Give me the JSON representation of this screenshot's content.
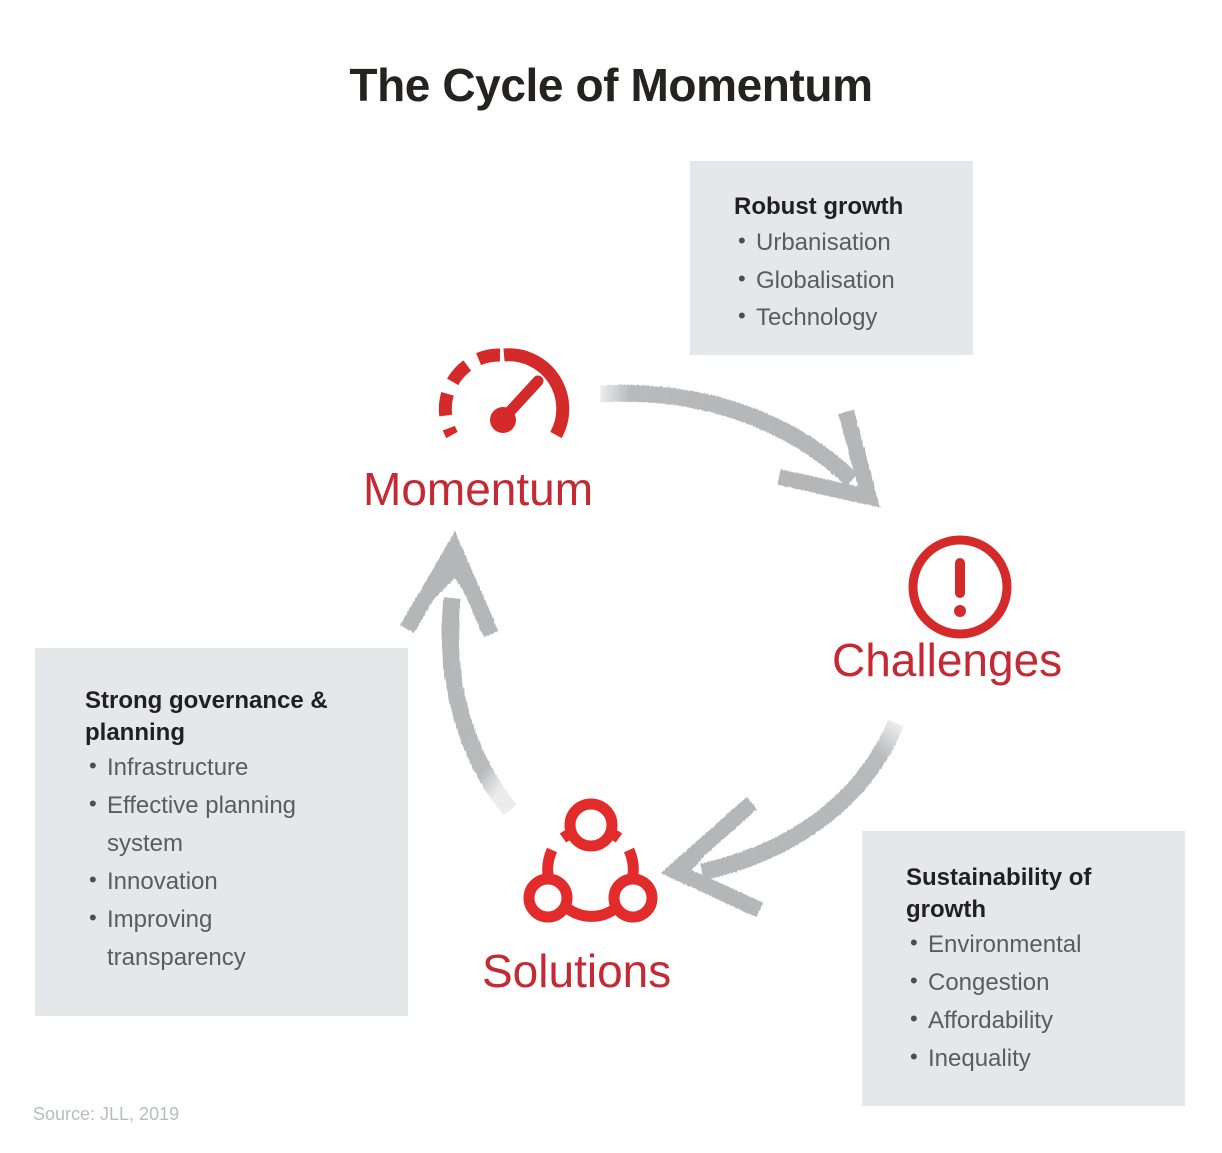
{
  "page": {
    "title": "The Cycle of Momentum",
    "source": "Source: JLL, 2019",
    "background_color": "#ffffff"
  },
  "colors": {
    "accent_red": "#c42a33",
    "box_fill": "#e4e8ea",
    "arrow_gray": "#b5b6b8",
    "heading_dark": "#231f20",
    "body_gray": "#5a5c60",
    "source_gray": "#b9bcbf"
  },
  "nodes": [
    {
      "id": "momentum",
      "label": "Momentum",
      "icon": "speedometer-gauge-icon"
    },
    {
      "id": "challenges",
      "label": "Challenges",
      "icon": "exclamation-circle-icon"
    },
    {
      "id": "solutions",
      "label": "Solutions",
      "icon": "connected-nodes-icon"
    }
  ],
  "boxes": {
    "robust_growth": {
      "heading": "Robust growth",
      "items": [
        "Urbanisation",
        "Globalisation",
        "Technology"
      ]
    },
    "governance": {
      "heading": "Strong governance & planning",
      "items": [
        "Infrastructure",
        "Effective planning system",
        "Innovation",
        "Improving transparency"
      ]
    },
    "sustainability": {
      "heading": "Sustainability of growth",
      "items": [
        "Environmental",
        "Congestion",
        "Affordability",
        "Inequality"
      ]
    }
  },
  "arrows": [
    {
      "id": "momentum-to-challenges",
      "from": "Momentum",
      "to": "Challenges",
      "style": "brush-stroke-curve"
    },
    {
      "id": "challenges-to-solutions",
      "from": "Challenges",
      "to": "Solutions",
      "style": "brush-stroke-curve"
    },
    {
      "id": "solutions-to-momentum",
      "from": "Solutions",
      "to": "Momentum",
      "style": "brush-stroke-curve"
    }
  ],
  "chart_data": {
    "type": "diagram",
    "diagram_kind": "cycle",
    "title": "The Cycle of Momentum",
    "cycle_order": [
      "Momentum",
      "Challenges",
      "Solutions"
    ],
    "annotations": [
      {
        "attached_to": "Momentum",
        "heading": "Robust growth",
        "items": [
          "Urbanisation",
          "Globalisation",
          "Technology"
        ]
      },
      {
        "attached_to": "Challenges",
        "heading": "Sustainability of growth",
        "items": [
          "Environmental",
          "Congestion",
          "Affordability",
          "Inequality"
        ]
      },
      {
        "attached_to": "Solutions",
        "heading": "Strong governance & planning",
        "items": [
          "Infrastructure",
          "Effective planning system",
          "Innovation",
          "Improving transparency"
        ]
      }
    ],
    "source": "Source: JLL, 2019"
  }
}
